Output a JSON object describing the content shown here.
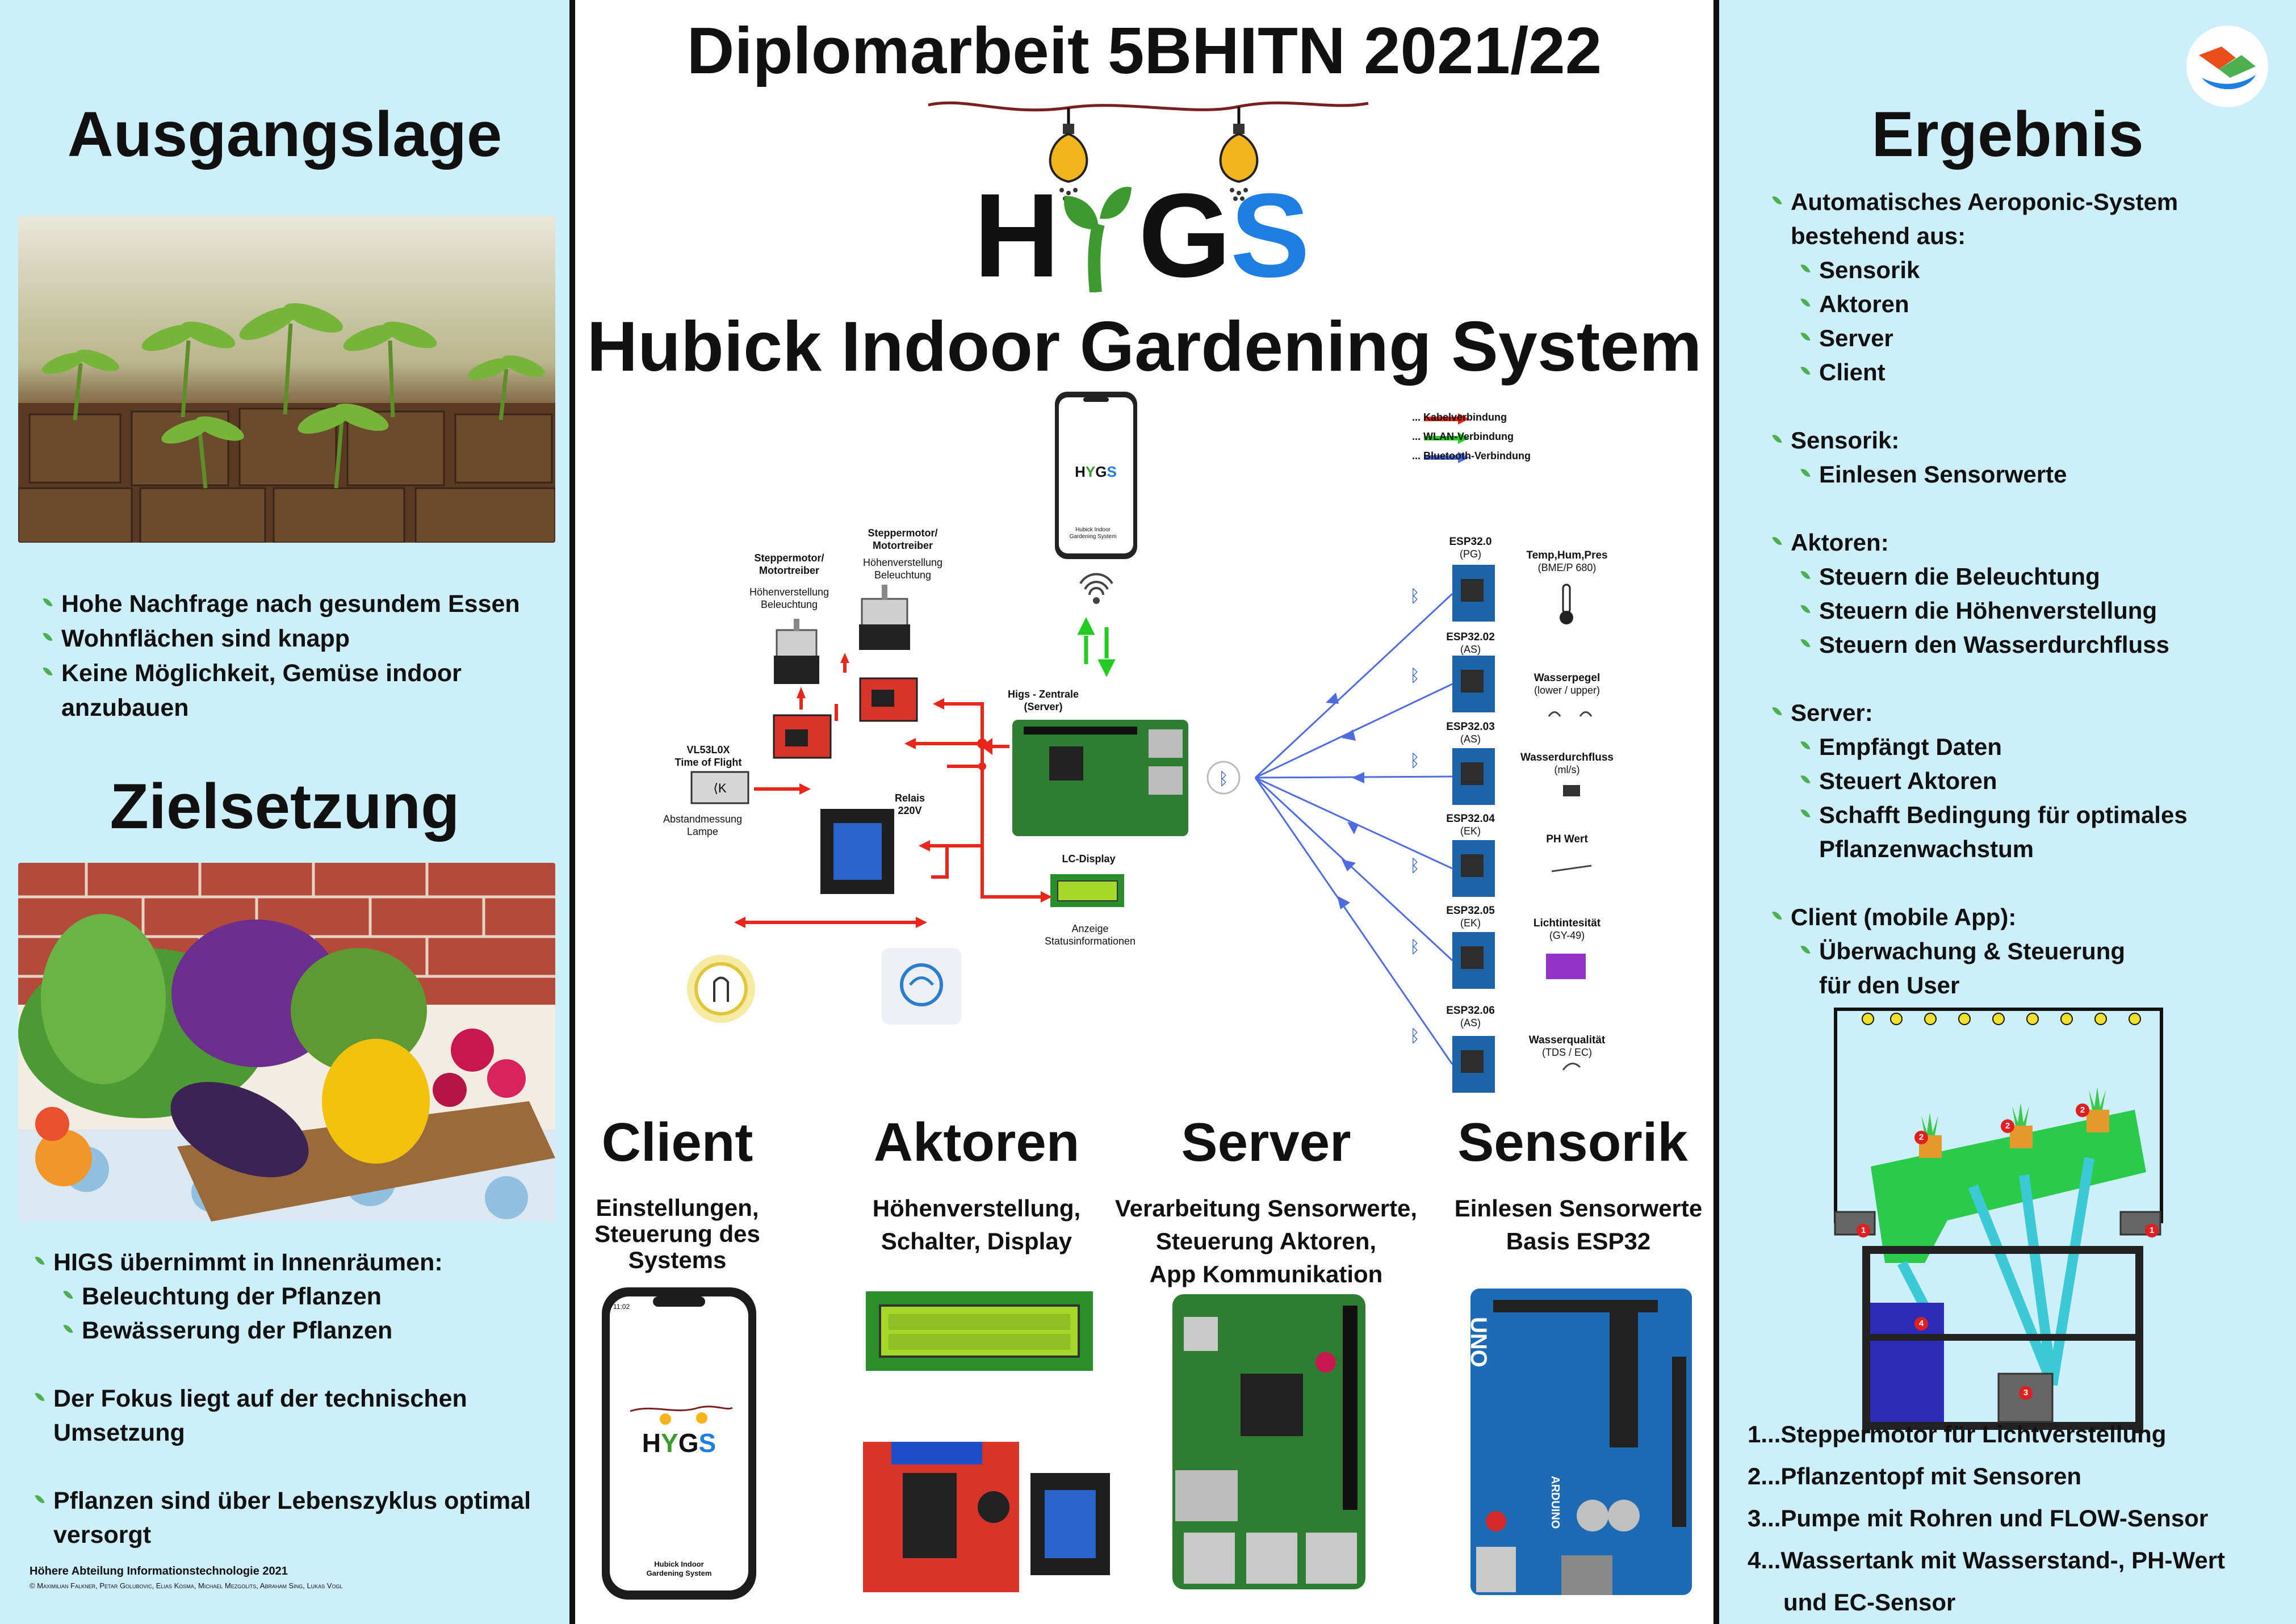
{
  "left": {
    "title_situation": "Ausgangslage",
    "situation_points": [
      "Hohe Nachfrage nach gesundem Essen",
      "Wohnflächen sind knapp",
      "Keine Möglichkeit, Gemüse indoor",
      "anzubauen"
    ],
    "title_goal": "Zielsetzung",
    "goal_points": [
      "HIGS übernimmt in Innenräumen:",
      "Beleuchtung der Pflanzen",
      "Bewässerung der Pflanzen",
      "Der Fokus liegt auf der technischen",
      "Umsetzung",
      "Pflanzen sind über Lebenszyklus optimal",
      "versorgt"
    ],
    "footer_school": "Höhere Abteilung Informationstechnologie 2021",
    "footer_authors": "© Maximilian Falkner, Petar Golubovic, Elias Kosma, Michael Mezgolits, Abraham Sing, Lukas Vogl"
  },
  "center": {
    "title": "Diplomarbeit 5BHITN  2021/22",
    "logo_text_h": "H",
    "logo_text_gs": "G",
    "logo_text_s": "S",
    "subtitle": "Hubick Indoor Gardening System",
    "legend": [
      "... Kabelverbindung",
      "... WLAN-Verbindung",
      "... Bluetooth-Verbindung"
    ],
    "phone_app_line1": "Hubick Indoor",
    "phone_app_line2": "Gardening System",
    "stepper1_title": "Steppermotor/\nMotortreiber",
    "stepper1_sub": "Höhenverstellung\nBeleuchtung",
    "stepper2_title": "Steppermotor/\nMotortreiber",
    "stepper2_sub": "Höhenverstellung\nBeleuchtung",
    "tof_title": "VL53L0X\nTime of Flight",
    "tof_sub": "Abstandmessung\nLampe",
    "relay_title": "Relais\n220V",
    "server_title": "Higs - Zentrale\n(Server)",
    "lcd_title": "LC-Display",
    "lcd_sub": "Anzeige\nStatusinformationen",
    "esp_nodes": [
      {
        "name": "ESP32.0",
        "tag": "(PG)",
        "sensor": "Temp,Hum,Pres",
        "sensor_sub": "(BME/P 680)"
      },
      {
        "name": "ESP32.02",
        "tag": "(AS)",
        "sensor": "Wasserpegel",
        "sensor_sub": "(lower / upper)"
      },
      {
        "name": "ESP32.03",
        "tag": "(AS)",
        "sensor": "Wasserdurchfluss",
        "sensor_sub": "(ml/s)"
      },
      {
        "name": "ESP32.04",
        "tag": "(EK)",
        "sensor": "PH Wert",
        "sensor_sub": ""
      },
      {
        "name": "ESP32.05",
        "tag": "(EK)",
        "sensor": "Lichtintesität",
        "sensor_sub": "(GY-49)"
      },
      {
        "name": "ESP32.06",
        "tag": "(AS)",
        "sensor": "Wasserqualität",
        "sensor_sub": "(TDS / EC)"
      }
    ],
    "sections": [
      {
        "title": "Client",
        "desc": "Einstellungen,\nSteuerung des\nSystems"
      },
      {
        "title": "Aktoren",
        "desc": "Höhenverstellung,\nSchalter, Display"
      },
      {
        "title": "Server",
        "desc": "Verarbeitung Sensorwerte,\nSteuerung Aktoren,\nApp Kommunikation"
      },
      {
        "title": "Sensorik",
        "desc": "Einlesen Sensorwerte\nBasis ESP32"
      }
    ],
    "phone_big_time": "11:02",
    "arduino_label": "UNO",
    "arduino_brand": "ARDUINO"
  },
  "right": {
    "title": "Ergebnis",
    "results": [
      {
        "text": "Automatisches Aeroponic-System",
        "sub": false,
        "leaf": true
      },
      {
        "text": "bestehend aus:",
        "sub": false,
        "leaf": false
      },
      {
        "text": "Sensorik",
        "sub": true,
        "leaf": true
      },
      {
        "text": "Aktoren",
        "sub": true,
        "leaf": true
      },
      {
        "text": "Server",
        "sub": true,
        "leaf": true
      },
      {
        "text": "Client",
        "sub": true,
        "leaf": true
      },
      {
        "text": "Sensorik:",
        "sub": false,
        "leaf": true
      },
      {
        "text": "Einlesen Sensorwerte",
        "sub": true,
        "leaf": true
      },
      {
        "text": "Aktoren:",
        "sub": false,
        "leaf": true
      },
      {
        "text": "Steuern die Beleuchtung",
        "sub": true,
        "leaf": true
      },
      {
        "text": "Steuern die Höhenverstellung",
        "sub": true,
        "leaf": true
      },
      {
        "text": "Steuern den Wasserdurchfluss",
        "sub": true,
        "leaf": true
      },
      {
        "text": "Server:",
        "sub": false,
        "leaf": true
      },
      {
        "text": "Empfängt Daten",
        "sub": true,
        "leaf": true
      },
      {
        "text": "Steuert Aktoren",
        "sub": true,
        "leaf": true
      },
      {
        "text": "Schafft Bedingung für optimales",
        "sub": true,
        "leaf": true
      },
      {
        "text": "Pflanzenwachstum",
        "sub": true,
        "leaf": false
      },
      {
        "text": "Client (mobile App):",
        "sub": false,
        "leaf": true
      },
      {
        "text": "Überwachung & Steuerung",
        "sub": true,
        "leaf": true
      },
      {
        "text": "für den User",
        "sub": true,
        "leaf": false
      }
    ],
    "legend": [
      "1...Steppermotor für Lichtverstellung",
      "2...Pflanzentopf mit  Sensoren",
      "3...Pumpe mit Rohren und FLOW-Sensor",
      "4...Wassertank mit Wasserstand-, PH-Wert",
      "und EC-Sensor"
    ],
    "model_markers": [
      "1",
      "1",
      "2",
      "2",
      "2",
      "3",
      "4"
    ]
  },
  "colors": {
    "panel_bg": "#cdeefb",
    "cable": "#e8261b",
    "wlan": "#22cc22",
    "bluetooth": "#4f6be0",
    "logo_green": "#3c9a2e",
    "logo_blue": "#1e7fe0"
  }
}
